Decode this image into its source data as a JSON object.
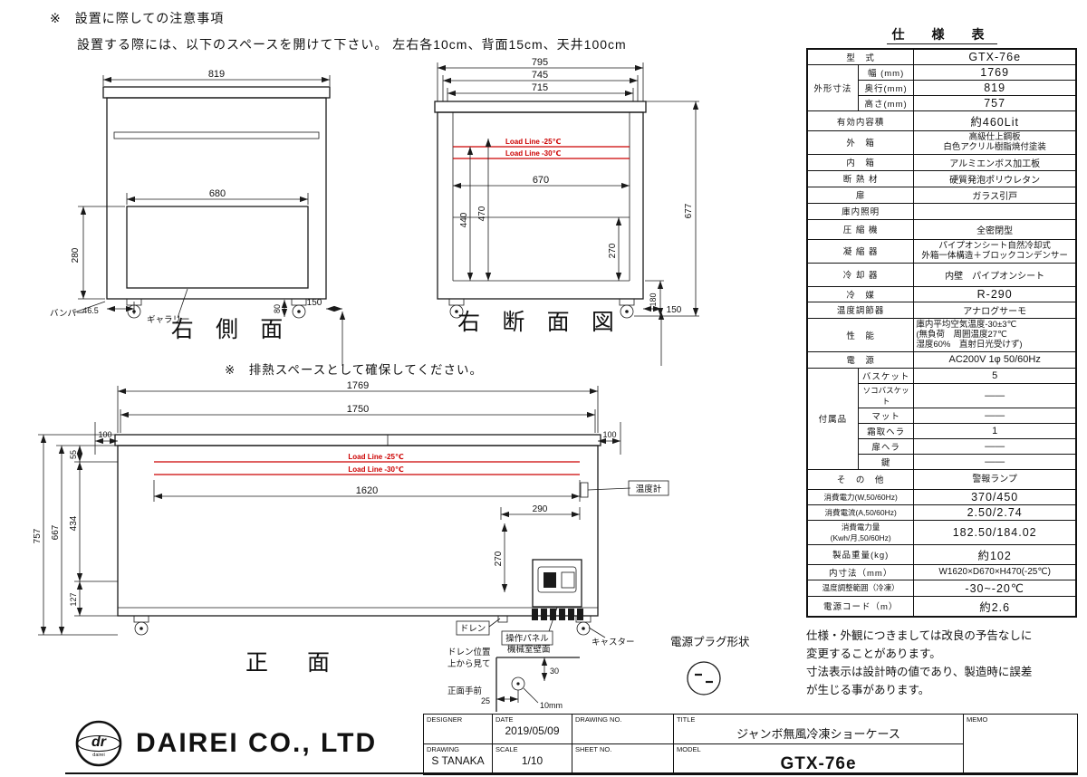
{
  "colors": {
    "line": "#1a1a1a",
    "load_line": "#cc0000"
  },
  "notes": {
    "heading": "※　設置に際しての注意事項",
    "body": "設置する際には、以下のスペースを開けて下さい。 左右各10cm、背面15cm、天井100cm",
    "heat": "※　排熱スペースとして確保してください。"
  },
  "side_view": {
    "title": "右 側 面",
    "dim_width": "819",
    "dim_grille_w": "680",
    "dim_grille_h": "280",
    "dim_bumper": "46.5",
    "dim_base_h": "80",
    "dim_rear_clearance": "150",
    "label_bumper": "バンパー",
    "label_gallery": "ギャラリー"
  },
  "section_view": {
    "title": "右 断 面 図",
    "dim_795": "795",
    "dim_745": "745",
    "dim_715": "715",
    "dim_670": "670",
    "dim_440": "440",
    "dim_470": "470",
    "dim_270": "270",
    "dim_677": "677",
    "dim_180": "180",
    "dim_150": "150",
    "load_line_25": "Load Line -25℃",
    "load_line_30": "Load Line -30℃"
  },
  "front_view": {
    "title": "正　面",
    "dim_1769": "1769",
    "dim_1750": "1750",
    "dim_100_left": "100",
    "dim_100_right": "100",
    "dim_55": "55",
    "dim_434": "434",
    "dim_667": "667",
    "dim_757": "757",
    "dim_127": "127",
    "dim_1620": "1620",
    "dim_290": "290",
    "dim_270": "270",
    "load_line_25": "Load Line -25℃",
    "load_line_30": "Load Line -30℃",
    "label_thermometer": "温度計",
    "label_drain": "ドレン",
    "label_panel": "操作パネル",
    "label_caster": "キャスター"
  },
  "drain_detail": {
    "label_line1": "ドレン位置",
    "label_line2": "上から見て",
    "label_line3": "正面手前",
    "label_wall": "機械室壁面",
    "dim_30": "30",
    "dim_25": "25",
    "dim_hole": "10mm"
  },
  "plug": {
    "label": "電源プラグ形状"
  },
  "spec": {
    "title": "仕　様　表",
    "model": {
      "label": "型　式",
      "value": "GTX-76e"
    },
    "outer_dims": {
      "label": "外形寸法",
      "width_label": "幅 (mm)",
      "width": "1769",
      "depth_label": "奥行(mm)",
      "depth": "819",
      "height_label": "高さ(mm)",
      "height": "757"
    },
    "capacity": {
      "label": "有効内容積",
      "value": "約460Lit"
    },
    "outer_box": {
      "label": "外　箱",
      "value1": "高級仕上鋼板",
      "value2": "白色アクリル樹脂焼付塗装"
    },
    "inner_box": {
      "label": "内　箱",
      "value": "アルミエンボス加工板"
    },
    "insulation": {
      "label": "断 熱 材",
      "value": "硬質発泡ポリウレタン"
    },
    "door": {
      "label": "扉",
      "value": "ガラス引戸"
    },
    "light": {
      "label": "庫内照明",
      "value": ""
    },
    "compressor": {
      "label": "圧 縮 機",
      "value": "全密閉型"
    },
    "condenser": {
      "label": "凝 縮 器",
      "value1": "パイプオンシート自然冷却式",
      "value2": "外箱一体構造＋ブロックコンデンサー"
    },
    "cooler": {
      "label": "冷 却 器",
      "value": "内壁　パイプオンシート"
    },
    "refrigerant": {
      "label": "冷　媒",
      "value": "R-290"
    },
    "thermostat": {
      "label": "温度調節器",
      "value": "アナログサーモ"
    },
    "performance": {
      "label": "性　能",
      "value1": "庫内平均空気温度-30±3℃",
      "value2": "(無負荷　周囲温度27℃",
      "value3": "湿度60%　直射日光受けず)"
    },
    "power": {
      "label": "電　源",
      "value": "AC200V 1φ 50/60Hz"
    },
    "accessories": {
      "label": "付属品",
      "items": [
        {
          "label": "バスケット",
          "value": "5"
        },
        {
          "label": "ソコバスケット",
          "value": "——"
        },
        {
          "label": "マット",
          "value": "——"
        },
        {
          "label": "霜取ヘラ",
          "value": "1"
        },
        {
          "label": "扉ヘラ",
          "value": "——"
        },
        {
          "label": "鍵",
          "value": "——"
        }
      ]
    },
    "other": {
      "label": "そ　の　他",
      "value": "警報ランプ"
    },
    "power_consumption": {
      "label": "消費電力(W,50/60Hz)",
      "value": "370/450"
    },
    "current": {
      "label": "消費電流(A,50/60Hz)",
      "value": "2.50/2.74"
    },
    "energy": {
      "label1": "消費電力量",
      "label2": "(Kwh/月,50/60Hz)",
      "value": "182.50/184.02"
    },
    "weight": {
      "label": "製品重量(kg)",
      "value": "約102"
    },
    "inner_dims": {
      "label": "内寸法（mm）",
      "value": "W1620×D670×H470(-25℃)"
    },
    "temp_range": {
      "label": "温度調整範囲（冷凍）",
      "value": "-30~-20℃"
    },
    "cord": {
      "label": "電源コード（m）",
      "value": "約2.6"
    }
  },
  "disclaimer": {
    "line1": "仕様・外観につきましては改良の予告なしに",
    "line2": "変更することがあります。",
    "line3": "寸法表示は設計時の値であり、製造時に誤差",
    "line4": "が生じる事があります。"
  },
  "title_block": {
    "company": "DAIREI CO., LTD",
    "logo_text": "dr",
    "logo_sub": "dairei",
    "designer_label": "DESIGNER",
    "designer_value": "",
    "date_label": "DATE",
    "date_value": "2019/05/09",
    "drawing_no_label": "DRAWING NO.",
    "drawing_no_value": "",
    "title_label": "TITLE",
    "title_value": "ジャンボ無風冷凍ショーケース",
    "memo_label": "MEMO",
    "drawing_label": "DRAWING",
    "drawing_value": "S TANAKA",
    "scale_label": "SCALE",
    "scale_value": "1/10",
    "sheet_no_label": "SHEET NO.",
    "sheet_no_value": "",
    "model_label": "MODEL",
    "model_value": "GTX-76e"
  }
}
